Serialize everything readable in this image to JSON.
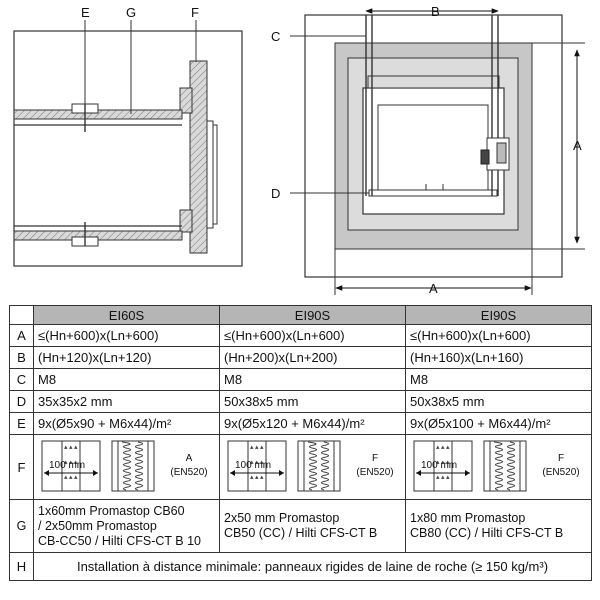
{
  "drawing": {
    "left_labels": [
      "E",
      "G",
      "F"
    ],
    "right_labels": {
      "top": "B",
      "left_top": "C",
      "right": "A",
      "bottom": "A",
      "left_bottom": "D"
    }
  },
  "table": {
    "headers": [
      "EI60S",
      "EI90S",
      "EI90S"
    ],
    "rows": [
      {
        "key": "A",
        "cells": [
          "≤(Hn+600)x(Ln+600)",
          "≤(Hn+600)x(Ln+600)",
          "≤(Hn+600)x(Ln+600)"
        ]
      },
      {
        "key": "B",
        "cells": [
          "(Hn+120)x(Ln+120)",
          "(Hn+200)x(Ln+200)",
          "(Hn+160)x(Ln+160)"
        ]
      },
      {
        "key": "C",
        "cells": [
          "M8",
          "M8",
          "M8"
        ]
      },
      {
        "key": "D",
        "cells": [
          "35x35x2 mm",
          "50x38x5 mm",
          "50x38x5 mm"
        ]
      },
      {
        "key": "E",
        "cells": [
          "9x(Ø5x90 + M6x44)/m²",
          "9x(Ø5x120 + M6x44)/m²",
          "9x(Ø5x100 + M6x44)/m²"
        ]
      }
    ],
    "row_f": {
      "key": "F",
      "dim": "100 mm",
      "notes": [
        {
          "letter": "A",
          "std": "(EN520)"
        },
        {
          "letter": "F",
          "std": "(EN520)"
        },
        {
          "letter": "F",
          "std": "(EN520)"
        }
      ]
    },
    "row_g": {
      "key": "G",
      "cells": [
        [
          "1x60mm Promastop CB60",
          "/ 2x50mm Promastop",
          "CB-CC50 / Hilti CFS-CT B 10"
        ],
        [
          "2x50 mm Promastop",
          "CB50 (CC) / Hilti CFS-CT B"
        ],
        [
          "1x80 mm Promastop",
          "CB80 (CC) / Hilti CFS-CT B"
        ]
      ]
    },
    "row_h": {
      "key": "H",
      "text": "Installation à distance minimale: panneaux rigides de laine de roche (≥ 150 kg/m³)"
    }
  },
  "colors": {
    "header_bg": "#b5b5b5",
    "frame_gray": "#c7c7c7",
    "inner_gray": "#dcdcdc",
    "line": "#222222"
  }
}
